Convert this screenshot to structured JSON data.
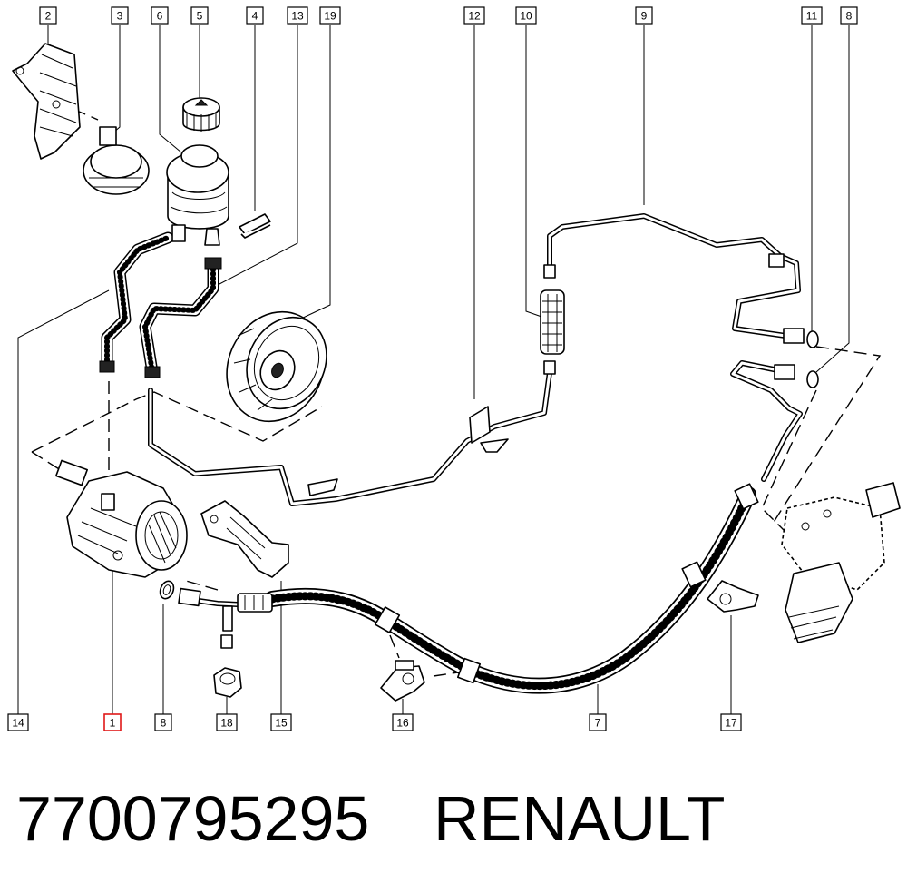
{
  "caption": {
    "part_number": "7700795295",
    "brand": "RENAULT"
  },
  "labels": {
    "top": [
      "2",
      "3",
      "6",
      "5",
      "4",
      "13",
      "19",
      "12",
      "10",
      "9",
      "11",
      "8"
    ],
    "bottom": [
      "14",
      "1",
      "8",
      "18",
      "15",
      "16",
      "7",
      "17"
    ]
  },
  "highlighted_label": "1",
  "colors": {
    "line": "#000000",
    "background": "#ffffff",
    "highlight": "#e01818"
  }
}
